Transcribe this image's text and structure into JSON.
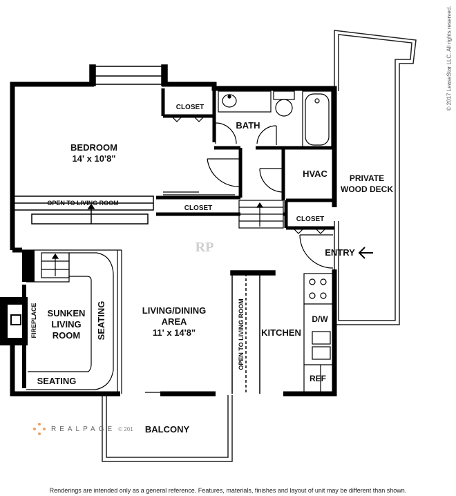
{
  "rooms": {
    "bedroom_name": "BEDROOM",
    "bedroom_size": "14' x 10'8\"",
    "closet_bedroom": "CLOSET",
    "bath": "BATH",
    "hvac": "HVAC",
    "deck": "PRIVATE\nWOOD DECK",
    "closet_entry": "CLOSET",
    "open_to_living_top": "OPEN TO LIVING ROOM",
    "closet_hall": "CLOSET",
    "entry": "ENTRY",
    "sunken": "SUNKEN\nLIVING\nROOM",
    "seating_right": "SEATING",
    "seating_bottom": "SEATING",
    "fireplace": "FIREPLACE",
    "living_name": "LIVING/DINING\nAREA",
    "living_size": "11' x 14'8\"",
    "open_to_living_vertical": "OPEN TO LIVING ROOM",
    "kitchen": "KITCHEN",
    "dw": "D/W",
    "ref": "REF",
    "balcony": "BALCONY"
  },
  "watermark": "RP",
  "brand": {
    "name": "REALPAGE",
    "suffix": "© 201"
  },
  "copyright": "© 2017 LeaseStar LLC. All rights reserved.",
  "disclaimer": "Renderings are intended only as a general reference. Features, materials, finishes and layout of unit may be different than shown.",
  "colors": {
    "wall": "#000000",
    "brand_accent": "#f0a060"
  }
}
